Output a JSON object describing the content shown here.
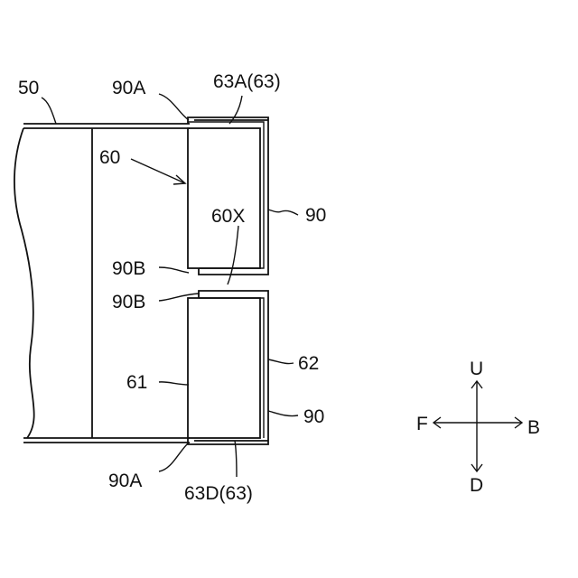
{
  "figure": {
    "labels": {
      "frame_50": "50",
      "edge_90A_top": "90A",
      "part_63A": "63A(63)",
      "unit_60": "60",
      "gap_60X": "60X",
      "member_90_upper": "90",
      "edge_90B_upper": "90B",
      "edge_90B_lower": "90B",
      "cell_61": "61",
      "member_62": "62",
      "member_90_lower": "90",
      "edge_90A_bottom": "90A",
      "part_63D": "63D(63)"
    },
    "direction_labels": {
      "up": "U",
      "down": "D",
      "front": "F",
      "back": "B"
    }
  }
}
